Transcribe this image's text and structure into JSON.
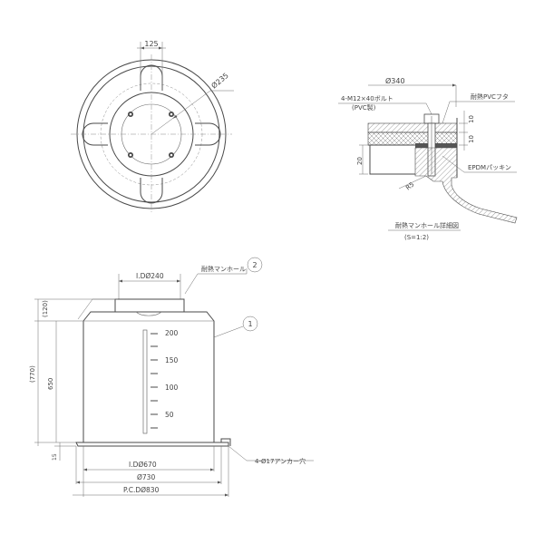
{
  "top_view": {
    "dim_width": "125",
    "dim_dia": "Ø235"
  },
  "detail": {
    "dim_dia": "Ø340",
    "bolt_label": "4-M12×40ボルト",
    "bolt_material": "(PVC製)",
    "cover_label": "耐熱PVCフタ",
    "dim_10a": "10",
    "dim_10b": "10",
    "dim_20": "20",
    "dim_r": "R5",
    "packing_label": "EPDMパッキン",
    "title": "耐熱マンホール詳細図",
    "scale": "(S=1:2)"
  },
  "elevation": {
    "id_top": "I.DØ240",
    "manhole_label": "耐熱マンホール",
    "callout_2": "2",
    "callout_1": "1",
    "dim_120": "(120)",
    "dim_770": "(770)",
    "dim_650": "650",
    "dim_15": "15",
    "gauge": [
      "200",
      "150",
      "100",
      "50"
    ],
    "id_bottom": "I.DØ670",
    "dia_730": "Ø730",
    "pcd": "P.C.DØ830",
    "anchor_label": "4-Ø17アンカー穴"
  }
}
